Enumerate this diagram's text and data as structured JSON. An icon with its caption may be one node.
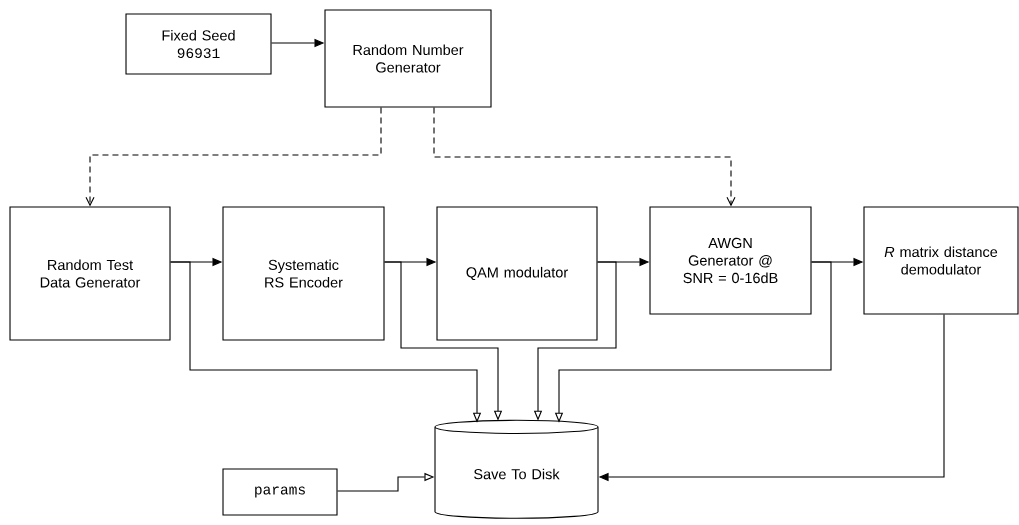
{
  "diagram": {
    "nodes": [
      {
        "text": [
          "Fixed Seed",
          "96931"
        ]
      },
      {
        "text": [
          "Random Number Generator"
        ]
      },
      {
        "text": [
          "Random Test Data Generator"
        ]
      },
      {
        "text": [
          "Systematic RS Encoder"
        ]
      },
      {
        "text": [
          "QAM modulator"
        ]
      },
      {
        "text": [
          "AWGN Generator @ SNR = 0-16dB"
        ]
      },
      {
        "text": [
          "*R* matrix distance demodulator"
        ]
      },
      {
        "text": [
          "Save To Disk"
        ]
      },
      {
        "text": [
          "params"
        ]
      }
    ],
    "edges": [
      {
        "from": 0,
        "to": 1,
        "arrow": "to"
      },
      {
        "from": 1,
        "to": 2,
        "arrow": "to",
        "style": "dashed"
      },
      {
        "from": 1,
        "to": 5,
        "arrow": "to",
        "style": "dashed"
      },
      {
        "from": 2,
        "to": 3,
        "arrow": "to"
      },
      {
        "from": 3,
        "to": 4,
        "arrow": "to"
      },
      {
        "from": 4,
        "to": 5,
        "arrow": "to"
      },
      {
        "from": 5,
        "to": 6,
        "arrow": "to"
      },
      {
        "from": 2,
        "to": 7,
        "arrow": "to"
      },
      {
        "from": 3,
        "to": 7,
        "arrow": "to"
      },
      {
        "from": 4,
        "to": 7,
        "arrow": "to"
      },
      {
        "from": 5,
        "to": 7,
        "arrow": "to"
      },
      {
        "from": 8,
        "to": 7,
        "arrow": "to"
      },
      {
        "from": 6,
        "to": 7,
        "arrow": "to"
      }
    ]
  }
}
